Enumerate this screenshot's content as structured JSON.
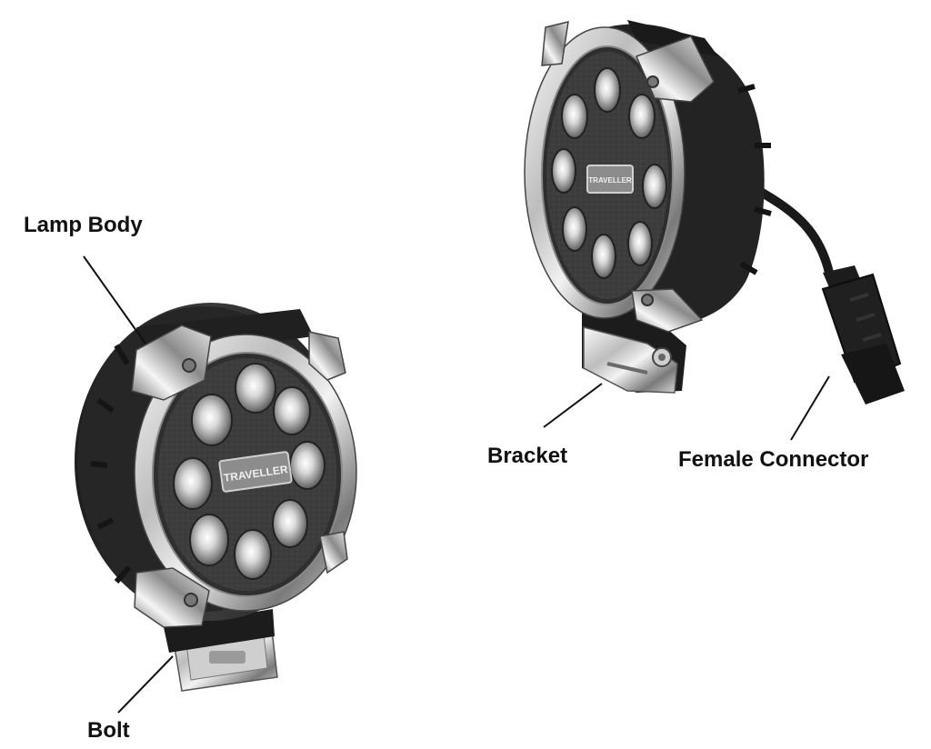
{
  "labels": {
    "lamp_body": "Lamp Body",
    "bolt": "Bolt",
    "bracket": "Bracket",
    "female_connector": "Female Connector"
  },
  "lens_logo": "TRAVELLER",
  "colors": {
    "housing": "#2b2b2b",
    "housing_dark": "#1a1a1a",
    "chrome_light": "#f2f2f2",
    "chrome_mid": "#a9a9a9",
    "chrome_dark": "#5c5c5c",
    "lens_face": "#3a3a3a",
    "text": "#111111",
    "leader_line": "#111111"
  }
}
